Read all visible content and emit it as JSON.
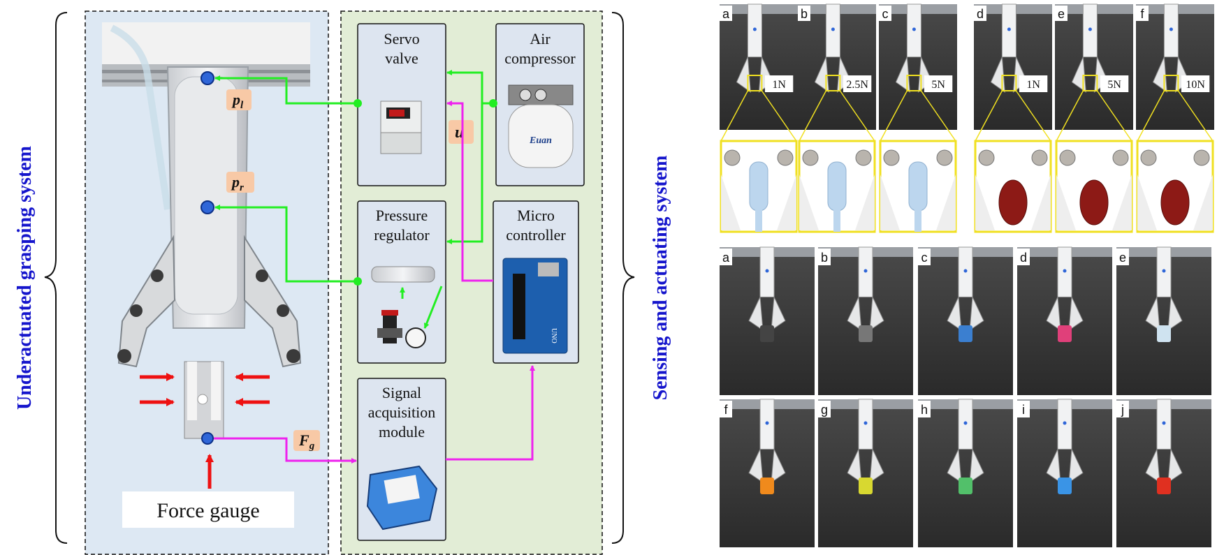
{
  "left_system_label": "Underactuated grasping system",
  "right_system_label": "Sensing and actuating system",
  "components": {
    "servo_valve": [
      "Servo",
      "valve"
    ],
    "air_compressor": [
      "Air",
      "compressor"
    ],
    "pressure_regulator": [
      "Pressure",
      "regulator"
    ],
    "micro_controller": [
      "Micro",
      "controller"
    ],
    "signal_acquisition": [
      "Signal",
      "acquisition",
      "module"
    ],
    "force_gauge": "Force gauge"
  },
  "symbols": {
    "p_l": {
      "base": "p",
      "sub": "l"
    },
    "p_r": {
      "base": "p",
      "sub": "r"
    },
    "u": {
      "base": "u",
      "sub": ""
    },
    "F_g": {
      "base": "F",
      "sub": "g"
    }
  },
  "device_labels": {
    "compressor_brand": "Euan",
    "controller_chip": "UNO"
  },
  "force_panels": [
    {
      "letter": "a",
      "force": "1N",
      "object": "dropper"
    },
    {
      "letter": "b",
      "force": "2.5N",
      "object": "dropper"
    },
    {
      "letter": "c",
      "force": "5N",
      "object": "dropper"
    },
    {
      "letter": "d",
      "force": "1N",
      "object": "jujube"
    },
    {
      "letter": "e",
      "force": "5N",
      "object": "jujube"
    },
    {
      "letter": "f",
      "force": "10N",
      "object": "jujube"
    }
  ],
  "object_panels_row1": [
    "a",
    "b",
    "c",
    "d",
    "e"
  ],
  "object_panels_row2": [
    "f",
    "g",
    "h",
    "i",
    "j"
  ],
  "colors": {
    "left_panel_bg": "#dde8f3",
    "right_panel_bg": "#e2edd6",
    "component_box_bg": "#dde5f0",
    "air_line": "#22ee22",
    "signal_line": "#ee22ee",
    "force_arrow": "#ee1111",
    "label_tag_bg": "#f8c9a6",
    "system_label": "#1515cc",
    "highlight_box": "#f0e020",
    "photo_bg": "#3a3a3a"
  }
}
